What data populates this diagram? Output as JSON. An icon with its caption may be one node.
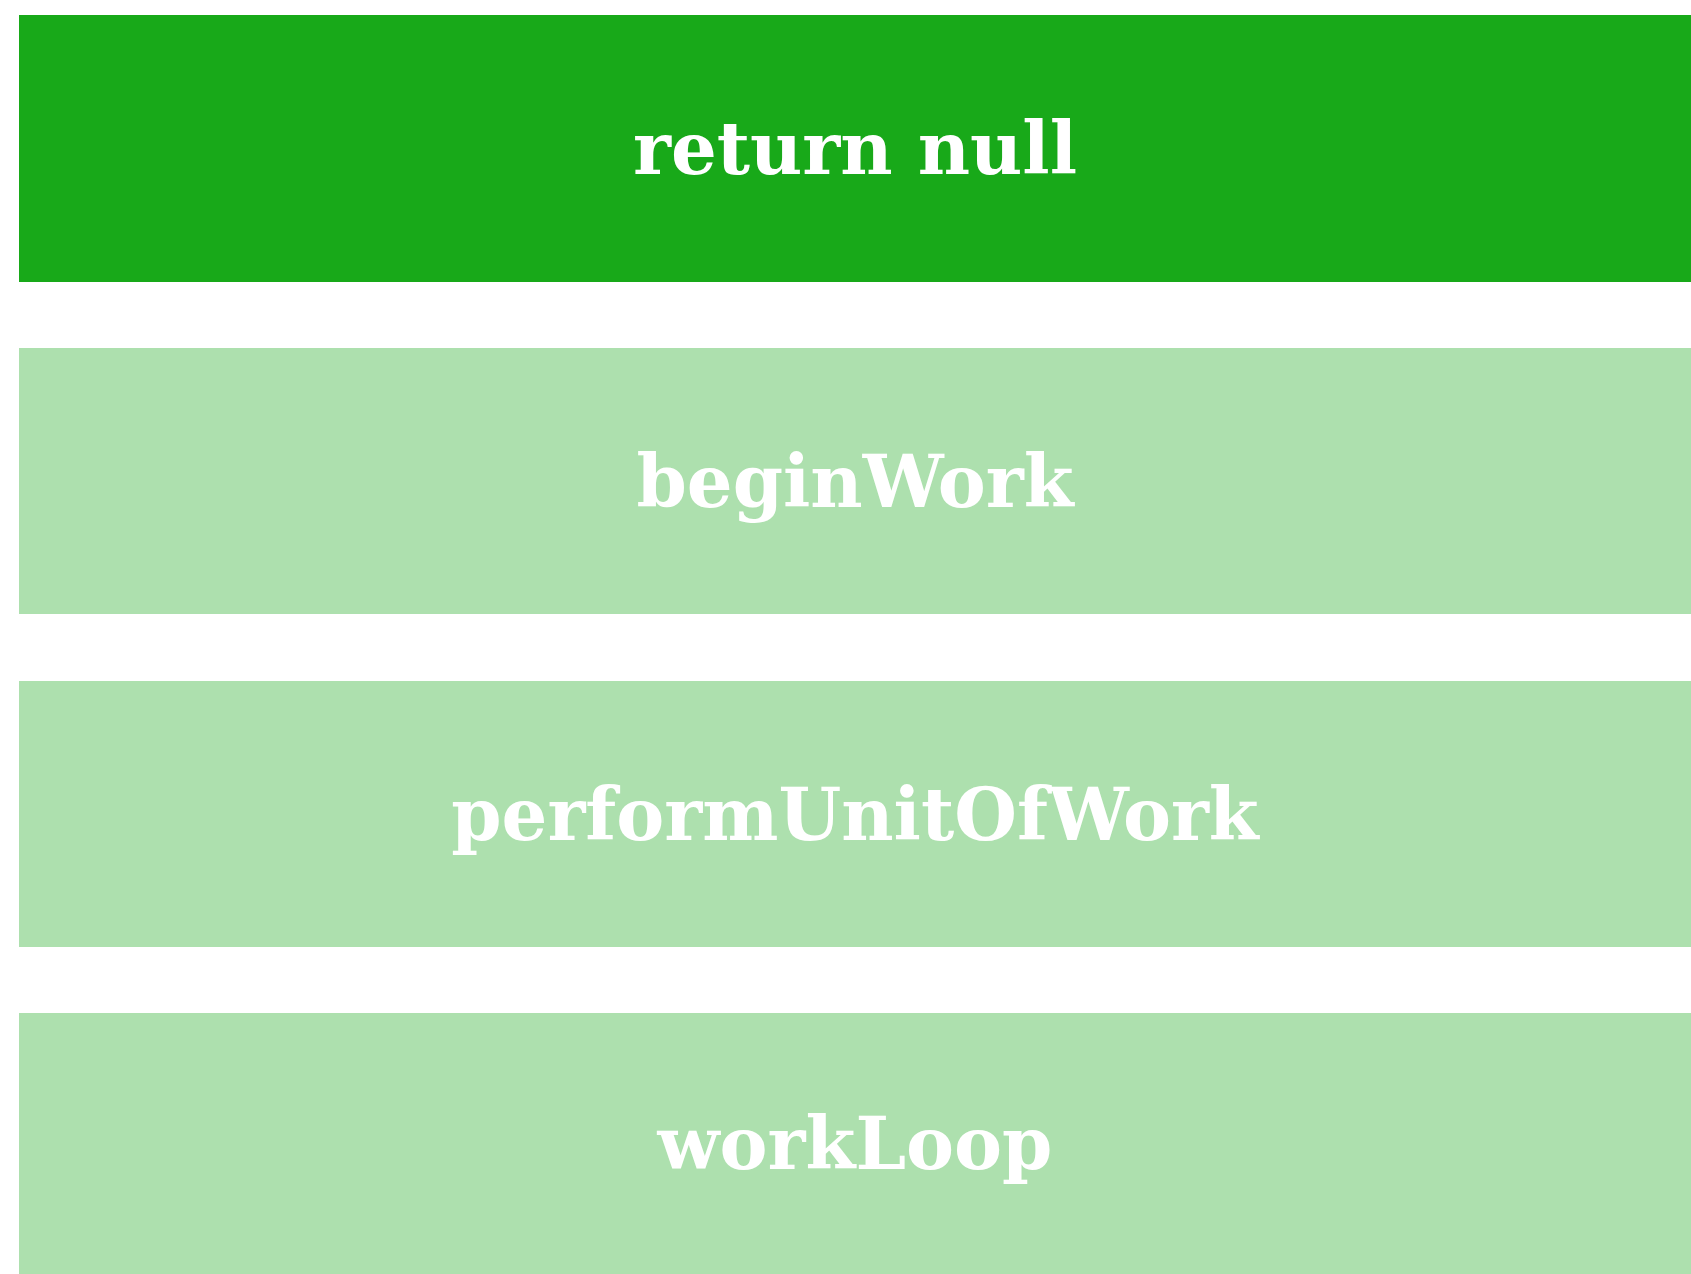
{
  "diagram": {
    "nodes": [
      {
        "text": [
          "return null"
        ]
      },
      {
        "text": [
          "beginWork"
        ]
      },
      {
        "text": [
          "performUnitOfWork"
        ]
      },
      {
        "text": [
          "workLoop"
        ]
      }
    ]
  }
}
